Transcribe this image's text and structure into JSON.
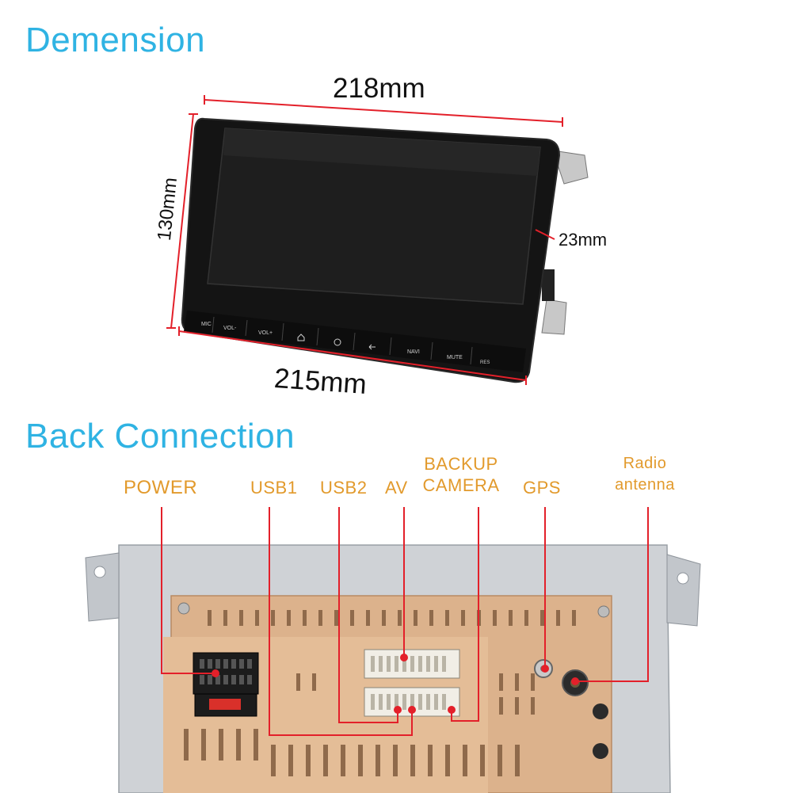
{
  "headings": {
    "dimension": "Demension",
    "back_connection": "Back Connection"
  },
  "dimensions": {
    "width_top": "218mm",
    "height_left": "130mm",
    "depth_right": "23mm",
    "width_bottom": "215mm"
  },
  "panel_buttons": {
    "mic": "MIC",
    "vol_down": "VOL-",
    "vol_up": "VOL+",
    "navi": "NAVI",
    "mute": "MUTE",
    "res": "RES"
  },
  "ports": {
    "power": "POWER",
    "usb1": "USB1",
    "usb2": "USB2",
    "av": "AV",
    "backup_camera_line1": "BACKUP",
    "backup_camera_line2": "CAMERA",
    "gps": "GPS",
    "radio_line1": "Radio",
    "radio_line2": "antenna"
  },
  "colors": {
    "heading": "#2fb3e3",
    "port_label": "#e29a2c",
    "callout_line": "#e3202a",
    "chassis_copper": "#dcb28c",
    "chassis_metal": "#cfd2d6"
  }
}
